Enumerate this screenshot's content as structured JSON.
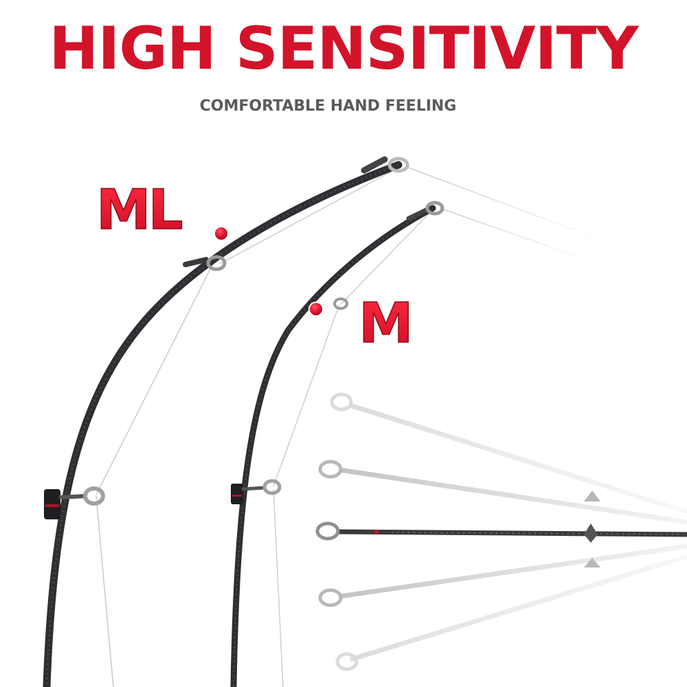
{
  "headline": "HIGH SENSITIVITY",
  "subheadline": "COMFORTABLE HAND FEELING",
  "labels": {
    "ml": "ML",
    "m": "M"
  },
  "colors": {
    "accent_red": "#d3132a",
    "rod_dark": "#2f2f33",
    "subtitle_gray": "#5a5a5a",
    "line": "#cfcfc4"
  }
}
